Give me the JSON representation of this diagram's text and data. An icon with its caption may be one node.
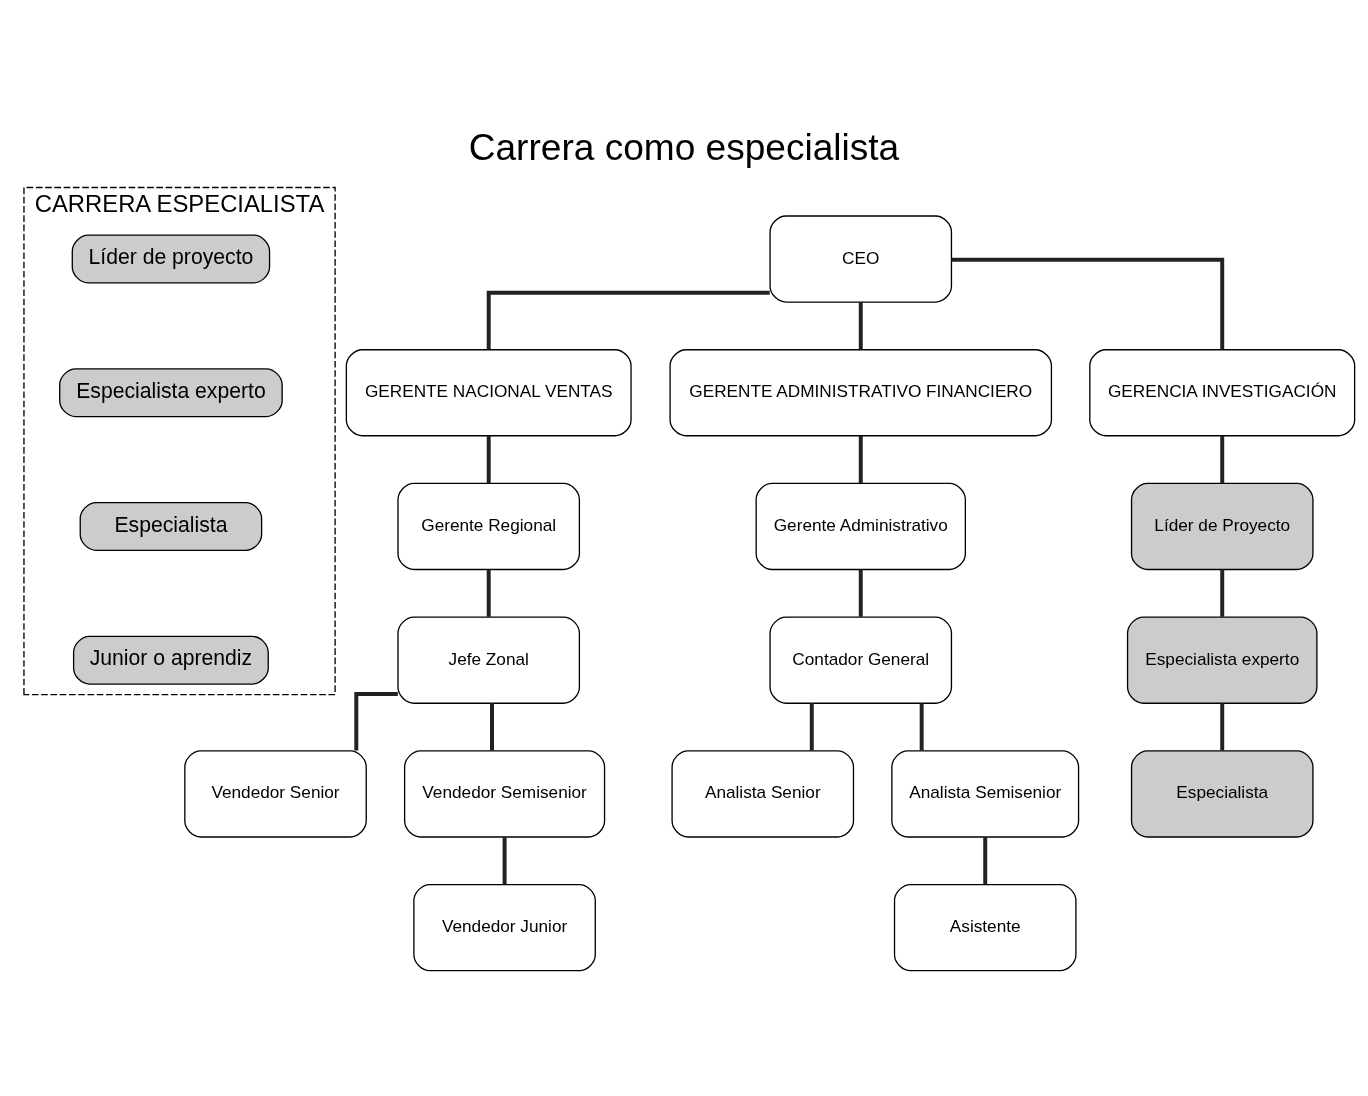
{
  "diagram": {
    "title": "Carrera como especialista",
    "nodes": [
      {
        "text": [
          "CARRERA ESPECIALISTA"
        ]
      },
      {
        "text": [
          "Líder de proyecto"
        ],
        "in": 0
      },
      {
        "text": [
          "Especialista experto"
        ],
        "in": 0
      },
      {
        "text": [
          "Especialista"
        ],
        "in": 0
      },
      {
        "text": [
          "Junior o aprendiz"
        ],
        "in": 0
      },
      {
        "text": [
          "CEO"
        ]
      },
      {
        "text": [
          "GERENTE NACIONAL VENTAS"
        ]
      },
      {
        "text": [
          "GERENTE ADMINISTRATIVO FINANCIERO"
        ]
      },
      {
        "text": [
          "GERENCIA INVESTIGACIÓN"
        ]
      },
      {
        "text": [
          "Gerente Regional"
        ]
      },
      {
        "text": [
          "Gerente Administrativo"
        ]
      },
      {
        "text": [
          "Líder de Proyecto"
        ]
      },
      {
        "text": [
          "Jefe Zonal"
        ]
      },
      {
        "text": [
          "Contador General"
        ]
      },
      {
        "text": [
          "Especialista experto"
        ]
      },
      {
        "text": [
          "Vendedor Senior"
        ]
      },
      {
        "text": [
          "Analista Senior"
        ]
      },
      {
        "text": [
          "Especialista"
        ]
      },
      {
        "text": [
          "Vendedor Semisenior"
        ]
      },
      {
        "text": [
          "Analista Semisenior"
        ]
      },
      {
        "text": [
          "Vendedor Junior"
        ]
      },
      {
        "text": [
          "Asistente"
        ]
      }
    ],
    "edges": [
      {
        "from": 5,
        "to": 6,
        "arrow": "none"
      },
      {
        "from": 5,
        "to": 7,
        "arrow": "none"
      },
      {
        "from": 5,
        "to": 8,
        "arrow": "none"
      },
      {
        "from": 6,
        "to": 9,
        "arrow": "none"
      },
      {
        "from": 7,
        "to": 10,
        "arrow": "none"
      },
      {
        "from": 8,
        "to": 11,
        "arrow": "none"
      },
      {
        "from": 9,
        "to": 12,
        "arrow": "none"
      },
      {
        "from": 10,
        "to": 13,
        "arrow": "none"
      },
      {
        "from": 11,
        "to": 14,
        "arrow": "none"
      },
      {
        "from": 12,
        "to": 15,
        "arrow": "none"
      },
      {
        "from": 12,
        "to": 18,
        "arrow": "none"
      },
      {
        "from": 13,
        "to": 16,
        "arrow": "none"
      },
      {
        "from": 13,
        "to": 19,
        "arrow": "none"
      },
      {
        "from": 14,
        "to": 17,
        "arrow": "none"
      },
      {
        "from": 18,
        "to": 20,
        "arrow": "none"
      },
      {
        "from": 19,
        "to": 21,
        "arrow": "none"
      }
    ]
  }
}
